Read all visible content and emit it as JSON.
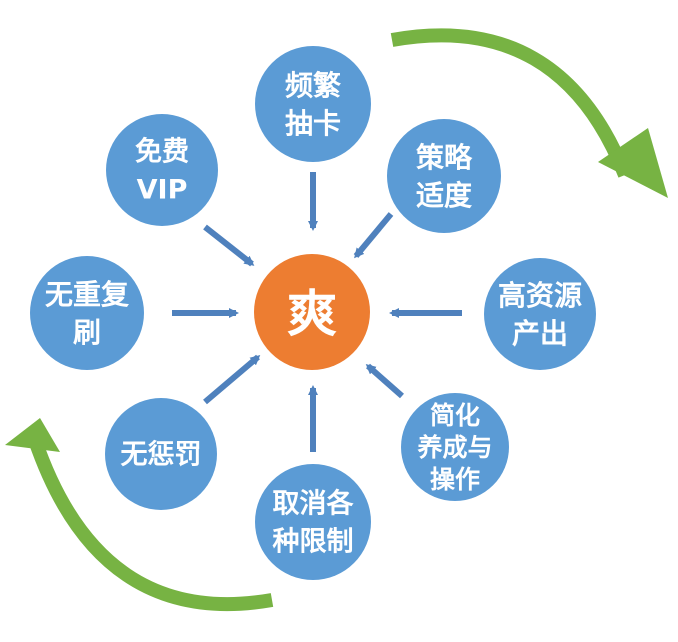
{
  "center": {
    "label": "爽",
    "color": "#ED7D31"
  },
  "node_color": "#5B9BD5",
  "arrow_color": "#4F81BD",
  "cycle_arrow_color": "#77B343",
  "nodes": [
    {
      "id": "frequent-draw",
      "lines": [
        "频繁",
        "抽卡"
      ]
    },
    {
      "id": "strategy-moderate",
      "lines": [
        "策略",
        "适度"
      ]
    },
    {
      "id": "high-resource-output",
      "lines": [
        "高资源",
        "产出"
      ]
    },
    {
      "id": "simplified-training",
      "lines": [
        "简化",
        "养成与",
        "操作"
      ]
    },
    {
      "id": "remove-limits",
      "lines": [
        "取消各",
        "种限制"
      ]
    },
    {
      "id": "no-penalty",
      "lines": [
        "无惩罚"
      ]
    },
    {
      "id": "no-repeat-grind",
      "lines": [
        "无重复",
        "刷"
      ]
    },
    {
      "id": "free-vip",
      "lines": [
        "免费",
        "VIP"
      ]
    }
  ]
}
